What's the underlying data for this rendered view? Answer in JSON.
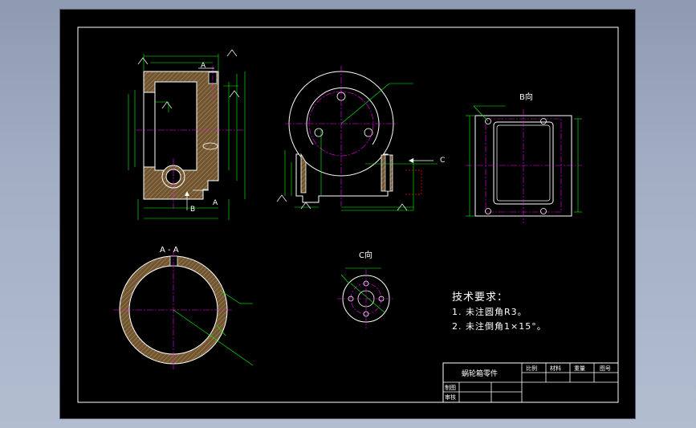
{
  "section_labels": {
    "a_a": "A - A",
    "b_view": "B向",
    "c_view": "C向",
    "a_top": "A",
    "a_bottom": "A",
    "b_arrow": "B",
    "c_arrow": "C"
  },
  "tech_requirements": {
    "title": "技术要求：",
    "item1": "1. 未注圆角R3。",
    "item2": "2. 未注倒角1×15°。"
  },
  "title_block": {
    "part_name": "蜗轮箱零件",
    "col_scale": "比例",
    "col_material": "材料",
    "col_weight": "重量",
    "col_drawing_no": "图号",
    "row_drawn": "制图",
    "row_checked": "审核"
  },
  "colors": {
    "background": "#000000",
    "outline": "#ffffff",
    "dimension": "#00ff00",
    "centerline": "#ff00ff",
    "hatch": "#8b6b3d",
    "highlight": "#ff0000"
  }
}
